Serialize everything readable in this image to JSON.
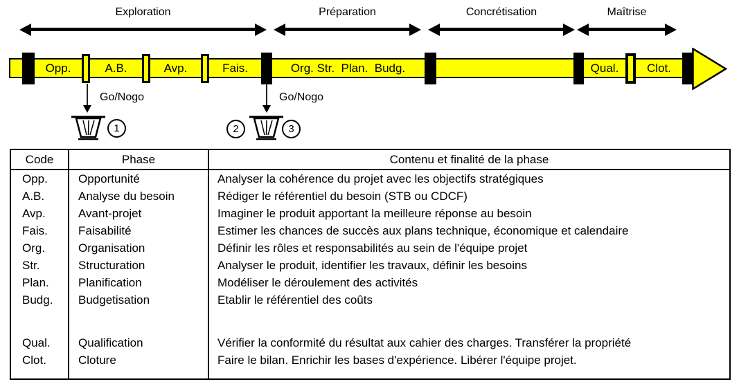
{
  "diagram": {
    "phases": [
      {
        "label": "Exploration"
      },
      {
        "label": "Préparation"
      },
      {
        "label": "Concrétisation"
      },
      {
        "label": "Maîtrise"
      }
    ],
    "timeline": {
      "bar_color": "#FFFF00",
      "marker_color": "#000000",
      "segments": [
        "Opp.",
        "A.B.",
        "Avp.",
        "Fais.",
        "Org. Str.  Plan.  Budg.",
        "Qual.",
        "Clot."
      ]
    },
    "decisions": [
      {
        "label": "Go/Nogo",
        "numbers": [
          "1"
        ]
      },
      {
        "label": "Go/Nogo",
        "numbers": [
          "2",
          "3"
        ]
      }
    ]
  },
  "table": {
    "headers": [
      "Code",
      "Phase",
      "Contenu et finalité de la phase"
    ],
    "rows": [
      {
        "code": "Opp.",
        "phase": "Opportunité",
        "content": "Analyser la cohérence du projet avec les objectifs stratégiques"
      },
      {
        "code": "A.B.",
        "phase": "Analyse du besoin",
        "content": "Rédiger le référentiel du besoin (STB ou CDCF)"
      },
      {
        "code": "Avp.",
        "phase": "Avant-projet",
        "content": "Imaginer le produit apportant la meilleure réponse au besoin"
      },
      {
        "code": "Fais.",
        "phase": "Faisabilité",
        "content": "Estimer les chances de succès aux plans technique, économique et calendaire"
      },
      {
        "code": "Org.",
        "phase": "Organisation",
        "content": "Définir les rôles et responsabilités au sein de l'équipe projet"
      },
      {
        "code": "Str.",
        "phase": "Structuration",
        "content": "Analyser le produit, identifier les travaux, définir les besoins"
      },
      {
        "code": "Plan.",
        "phase": "Planification",
        "content": "Modéliser le déroulement des activités"
      },
      {
        "code": "Budg.",
        "phase": "Budgetisation",
        "content": "Etablir le référentiel des coûts"
      },
      {
        "code": "Qual.",
        "phase": "Qualification",
        "content": "Vérifier la conformité du résultat aux cahier des charges. Transférer la propriété"
      },
      {
        "code": "Clot.",
        "phase": "Cloture",
        "content": "Faire le bilan. Enrichir les bases d'expérience. Libérer l'équipe projet."
      }
    ]
  }
}
